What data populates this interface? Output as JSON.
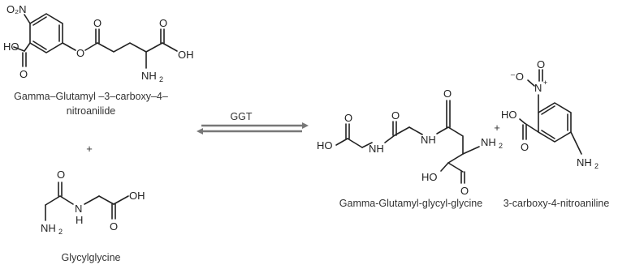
{
  "reaction": {
    "enzyme": "GGT",
    "plus": "+",
    "reactant1": {
      "name_line1": "Gamma–Glutamyl –3–carboxy–4–",
      "name_line2": "nitroanilide"
    },
    "reactant2": {
      "name": "Glycylglycine"
    },
    "product1": {
      "name": "Gamma-Glutamyl-glycyl-glycine"
    },
    "product2": {
      "name": "3-carboxy-4-nitroaniline"
    }
  },
  "atoms": {
    "o2n": "O₂N",
    "ho": "HO",
    "o": "O",
    "oh": "OH",
    "n": "N",
    "nh": "NH",
    "h": "H",
    "nh2": "NH",
    "two": "2",
    "no2_minus": "⁻O",
    "no2_n": "N",
    "no2_plus": "+",
    "no2_o": "O"
  }
}
